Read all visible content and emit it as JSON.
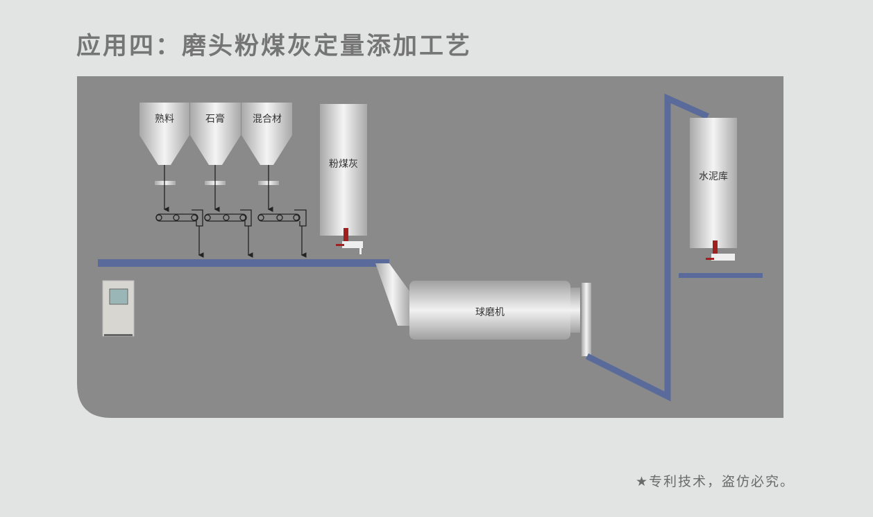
{
  "title": "应用四：磨头粉煤灰定量添加工艺",
  "hoppers": [
    {
      "label": "熟料"
    },
    {
      "label": "石膏"
    },
    {
      "label": "混合材"
    }
  ],
  "flyash_silo": {
    "label": "粉煤灰"
  },
  "cement_silo": {
    "label": "水泥库"
  },
  "ball_mill": {
    "label": "球磨机"
  },
  "footer": "★专利技术，盗仿必究。",
  "colors": {
    "panel": "#8a8a8a",
    "conveyor": "#5a6a9a",
    "background": "#e2e3e3"
  }
}
